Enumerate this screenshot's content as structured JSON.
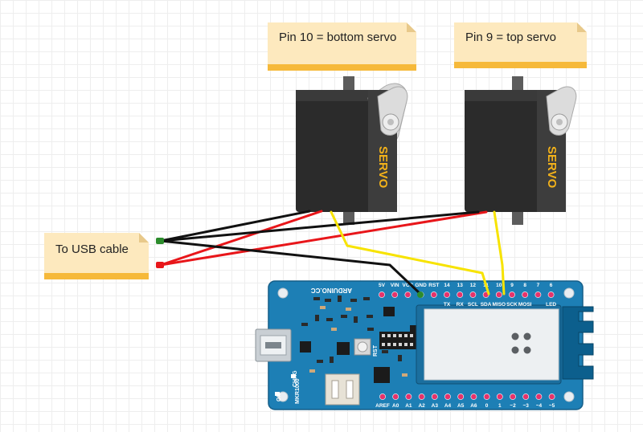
{
  "notes": {
    "bottom_servo": "Pin 10 = bottom servo",
    "top_servo": "Pin 9 = top servo",
    "usb": "To USB cable"
  },
  "servo_label": "SERVO",
  "board": {
    "brand": "ARDUINO.CC",
    "model": "MKR1000",
    "on_label": "ON",
    "chrg_label": "CHRG",
    "rst_label": "RST",
    "top_pins": [
      "5V",
      "VIN",
      "VCC",
      "GND",
      "RST",
      "14",
      "13",
      "12",
      "11",
      "10",
      "9",
      "8",
      "7",
      "6"
    ],
    "top_pin_functions": [
      "TX",
      "RX",
      "SCL",
      "SDA",
      "MISO",
      "SCK",
      "MOSI",
      "LED"
    ],
    "bottom_pins": [
      "AREF",
      "A0",
      "A1",
      "A2",
      "A3",
      "A4",
      "A5",
      "A6",
      "0",
      "1",
      "~2",
      "~3",
      "~4",
      "~5"
    ]
  },
  "colors": {
    "board": "#1d7fb5",
    "servo_body": "#2b2b2b",
    "servo_label": "#f2b11a",
    "wire_black": "#111111",
    "wire_red": "#e8161a",
    "wire_yellow": "#f7e300",
    "note_bg": "#fde9be",
    "note_strip": "#f6b93a",
    "pin_pad": "#e6336b"
  }
}
